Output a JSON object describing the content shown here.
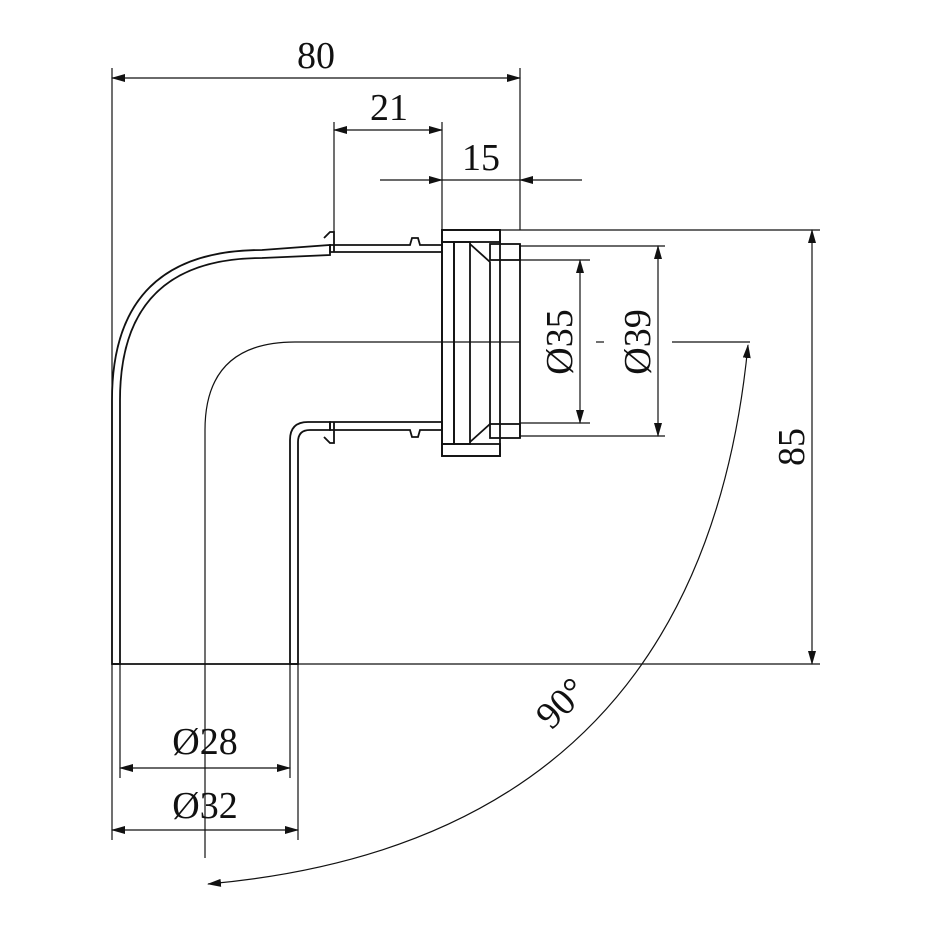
{
  "colors": {
    "ink": "#111111",
    "background": "#ffffff"
  },
  "dimensions": {
    "overall_width": "80",
    "spigot_length": "21",
    "socket_length": "15",
    "inner_diameter_outlet": "Ø35",
    "outer_diameter_outlet": "Ø39",
    "height": "85",
    "inner_diameter_bottom": "Ø28",
    "outer_diameter_bottom": "Ø32",
    "angle": "90°"
  }
}
